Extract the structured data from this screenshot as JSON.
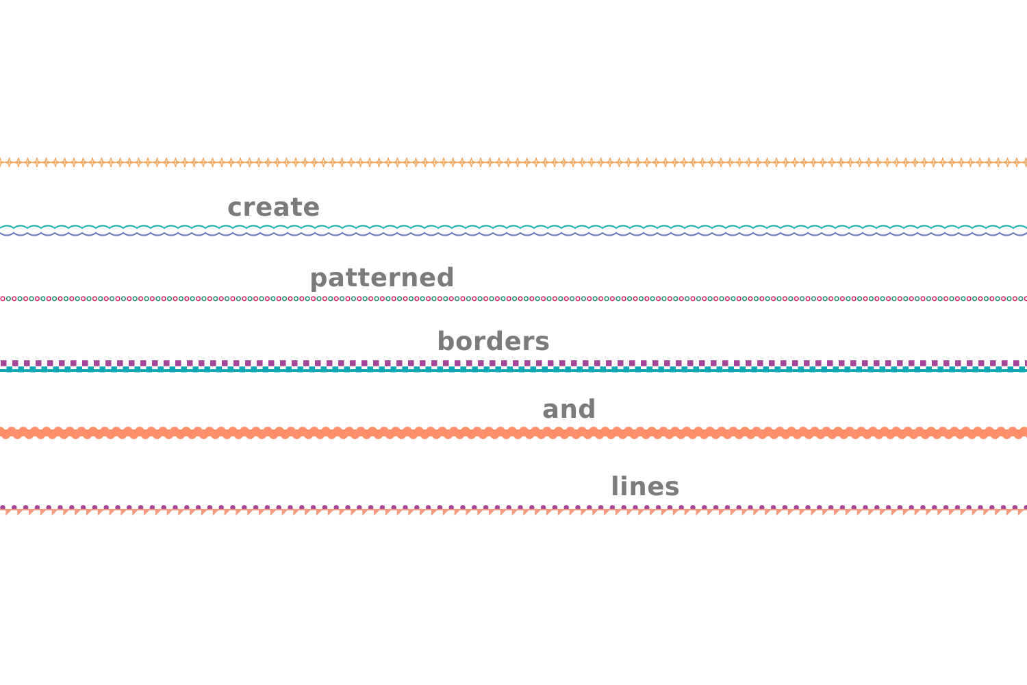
{
  "words": [
    "create",
    "patterned",
    "borders",
    "and",
    "lines"
  ],
  "colors": {
    "text": "#7b7b7e",
    "orange": "#f2a55a",
    "teal": "#2ab3b3",
    "blue": "#6a7bbd",
    "crimson": "#d0265c",
    "green": "#1e8c6a",
    "purple": "#a4479a",
    "cyan": "#0fa7b3",
    "coral": "#ff8f6b",
    "magenta": "#a54796",
    "salmon": "#f59a7f"
  },
  "borders": [
    {
      "name": "sparkle-stars",
      "pattern": "four-point-stars",
      "colors": [
        "orange"
      ]
    },
    {
      "name": "double-wave",
      "pattern": "wave-pair",
      "colors": [
        "teal",
        "blue"
      ]
    },
    {
      "name": "alternating-rings",
      "pattern": "rings",
      "colors": [
        "crimson",
        "green"
      ]
    },
    {
      "name": "checker-squares",
      "pattern": "offset-squares",
      "colors": [
        "purple",
        "cyan"
      ]
    },
    {
      "name": "scallop-band",
      "pattern": "thick-scallop",
      "colors": [
        "coral"
      ]
    },
    {
      "name": "dots-and-triangles",
      "pattern": "dots-over-triangles",
      "colors": [
        "magenta",
        "salmon"
      ]
    }
  ]
}
